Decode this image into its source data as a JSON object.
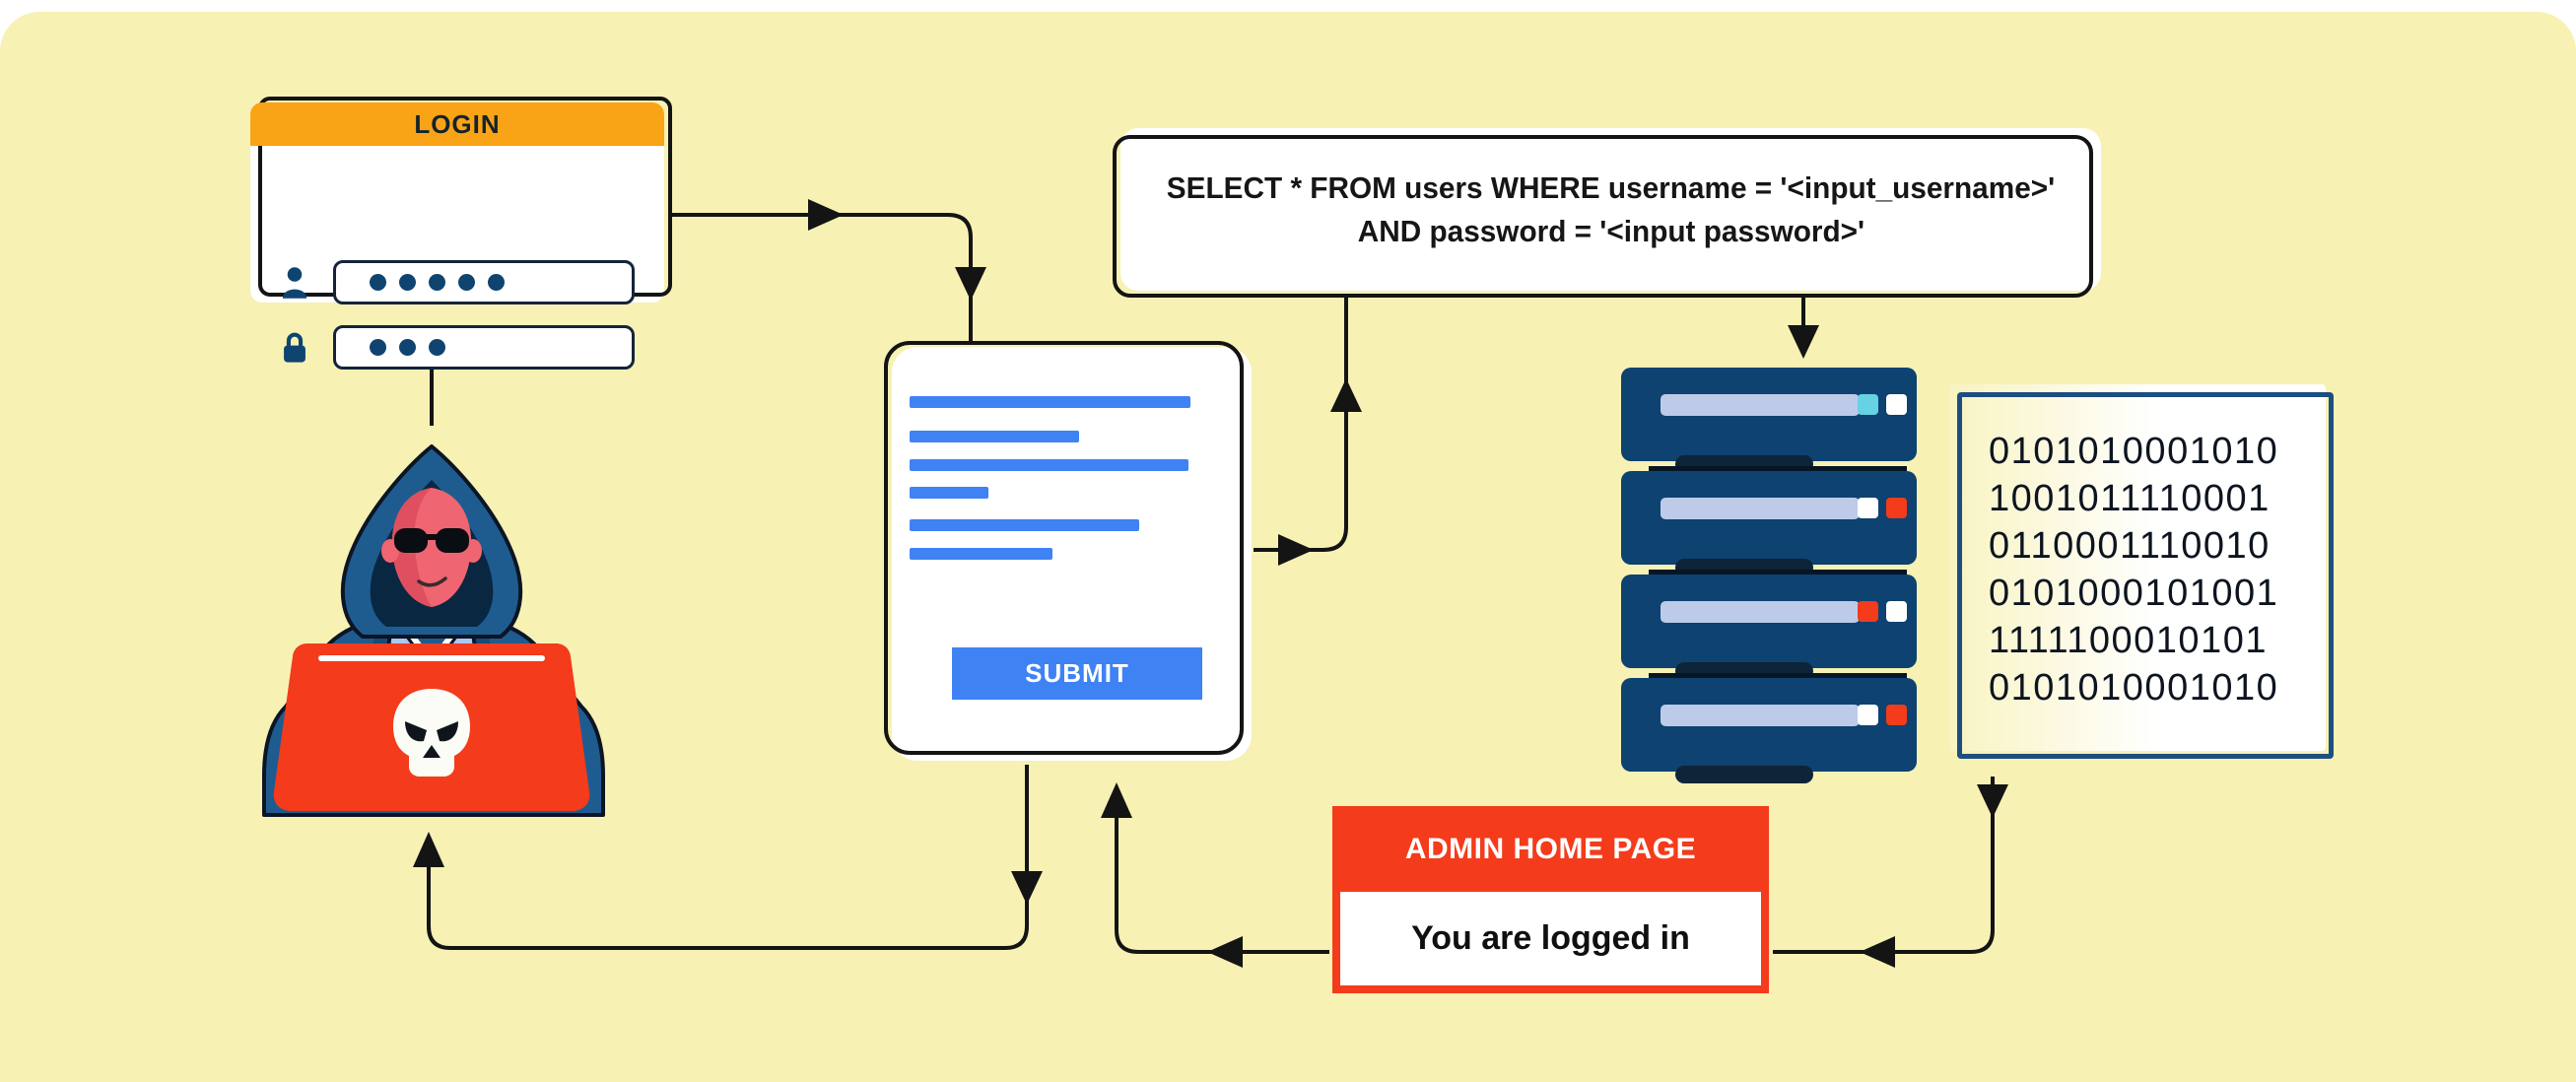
{
  "palette": {
    "background": "#F7F1B4",
    "frame": "#FFFFFF",
    "orange": "#F9A416",
    "red": "#F43B1B",
    "blue": "#3F82F3",
    "navy": "#0D4271",
    "lavender": "#BDCBE9",
    "cyan": "#66D2E3",
    "line": "#141414"
  },
  "login_card": {
    "title": "LOGIN",
    "username_dots": 5,
    "password_dots": 3
  },
  "form_card": {
    "submit_label": "SUBMIT"
  },
  "sql_box": {
    "line1": "SELECT * FROM users WHERE username = '<input_username>'",
    "line2": "AND password = '<input password>'"
  },
  "server": {
    "units": [
      {
        "lights": [
          "#66D2E3",
          "#FFFFFF"
        ]
      },
      {
        "lights": [
          "#FFFFFF",
          "#F43B1B"
        ]
      },
      {
        "lights": [
          "#F43B1B",
          "#FFFFFF"
        ]
      },
      {
        "lights": [
          "#FFFFFF",
          "#F43B1B"
        ]
      }
    ]
  },
  "binary_panel": {
    "lines": [
      "0101010001010",
      "1001011110001",
      "0110001110010",
      "0101000101001",
      "1111100010101",
      "0101010001010"
    ]
  },
  "admin_card": {
    "header": "ADMIN HOME PAGE",
    "body": "You are logged in"
  }
}
